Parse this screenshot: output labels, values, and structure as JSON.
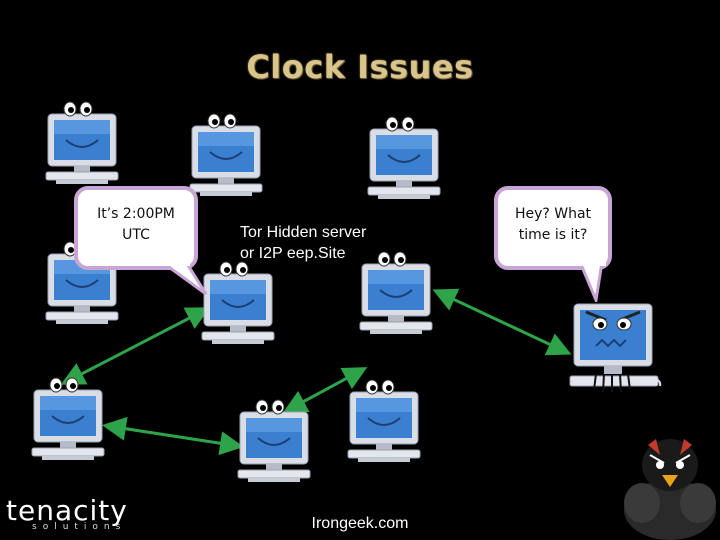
{
  "slide": {
    "title": "Clock Issues",
    "bubble_left": {
      "line1": "It’s 2:00PM",
      "line2": "UTC"
    },
    "bubble_right": {
      "line1": "Hey? What",
      "line2": "time is it?"
    },
    "server_label": {
      "line1": "Tor Hidden server",
      "line2": "or I2P eep.Site"
    },
    "footer": "Irongeek.com",
    "logo": {
      "name": "tenacity",
      "sub": "solutions"
    }
  },
  "icons": [
    "computer-icon",
    "angry-computer-icon",
    "penguin-mascot-icon"
  ],
  "colors": {
    "title": "#d9c48c",
    "arrow": "#2ea34a",
    "bubble_border": "#c9a5d6",
    "screen": "#3b7fd0"
  }
}
